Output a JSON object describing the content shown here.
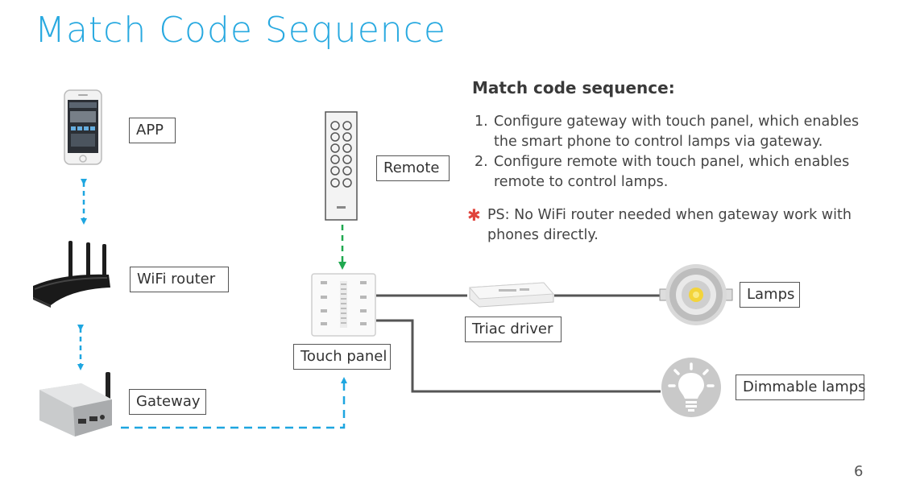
{
  "title": "Match Code Sequence",
  "labels": {
    "app": "APP",
    "wifi_router": "WiFi router",
    "gateway": "Gateway",
    "remote": "Remote",
    "touch_panel": "Touch panel",
    "triac_driver": "Triac driver",
    "lamps": "Lamps",
    "dimmable_lamps": "Dimmable lamps"
  },
  "sequence": {
    "heading": "Match code sequence:",
    "items": [
      {
        "num": "1.",
        "text": "Configure gateway with touch panel, which enables the smart phone to control lamps via gateway."
      },
      {
        "num": "2.",
        "text": "Configure remote with touch panel, which enables remote to control lamps."
      }
    ],
    "ps_marker": "✱",
    "ps": "PS: No WiFi router needed when gateway work with phones directly."
  },
  "page_number": "6",
  "colors": {
    "title": "#28a9e0",
    "blue_link": "#1ea6e0",
    "green_link": "#1fa84f",
    "wire": "#555555",
    "ps_star": "#e0443c"
  },
  "icons": [
    "smartphone-icon",
    "wifi-router-icon",
    "gateway-icon",
    "remote-control-icon",
    "touch-panel-icon",
    "triac-driver-icon",
    "downlight-lamp-icon",
    "bulb-lamp-icon"
  ]
}
